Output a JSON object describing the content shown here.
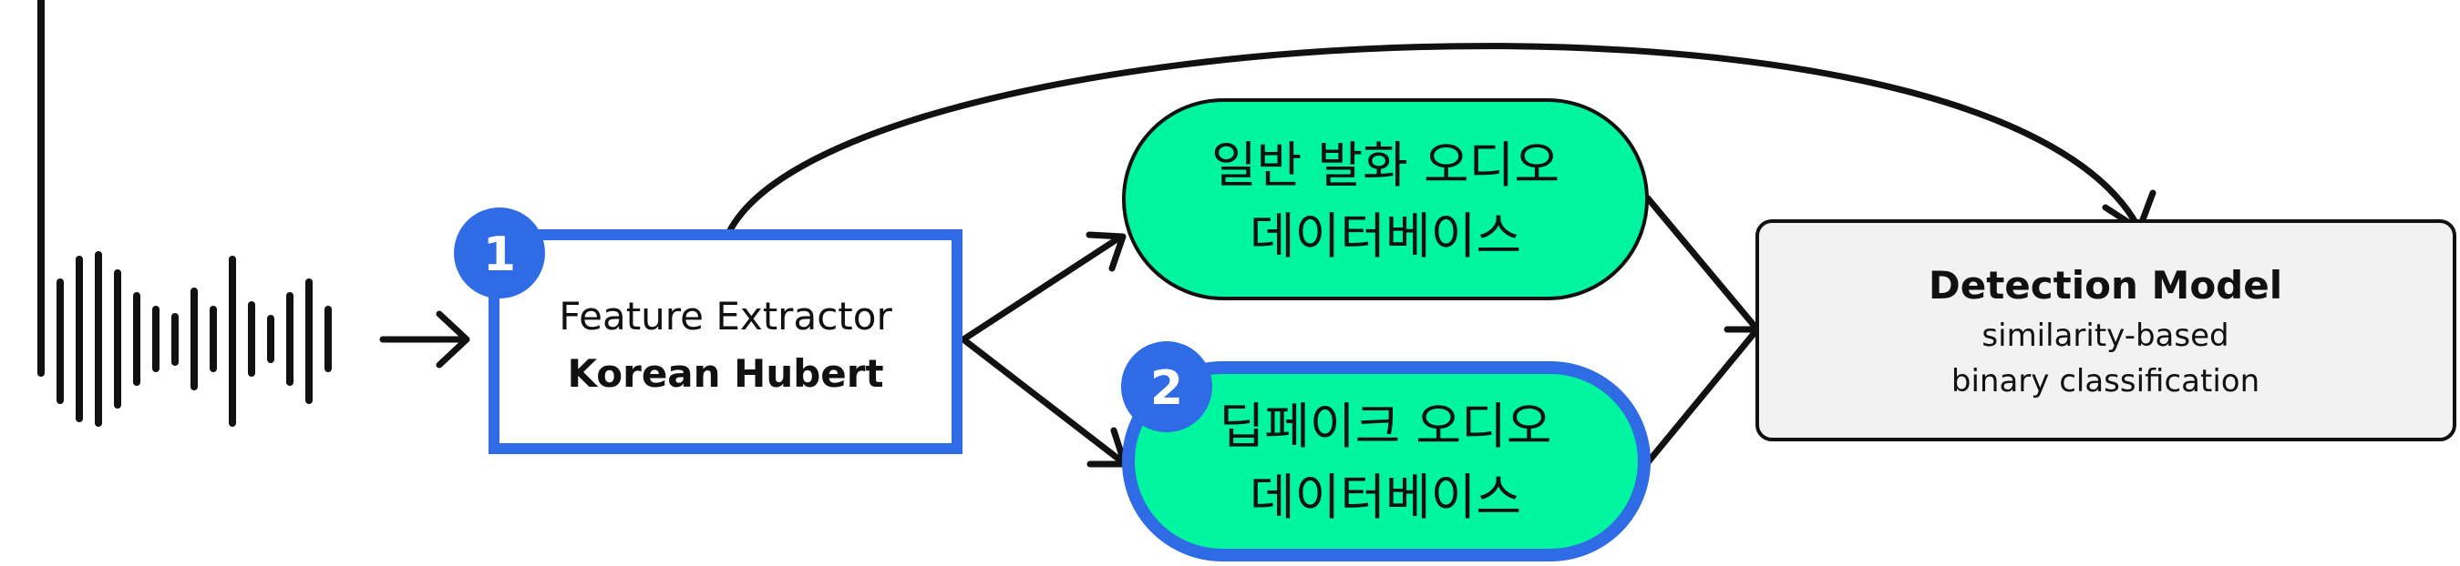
{
  "feature_extractor": {
    "title": "Feature Extractor",
    "model": "Korean Hubert",
    "badge": "1"
  },
  "normal_db": {
    "line1": "일반 발화 오디오",
    "line2": "데이터베이스"
  },
  "deepfake_db": {
    "line1": "딥페이크 오디오",
    "line2": "데이터베이스",
    "badge": "2"
  },
  "detection_model": {
    "title": "Detection Model",
    "line1": "similarity-based",
    "line2": "binary classification"
  },
  "colors": {
    "accent_blue": "#2F6BE5",
    "db_fill": "#00F5A0",
    "detection_fill": "#F2F2F2",
    "stroke": "#111111"
  },
  "icons": {
    "input": "audio-waveform-icon"
  }
}
